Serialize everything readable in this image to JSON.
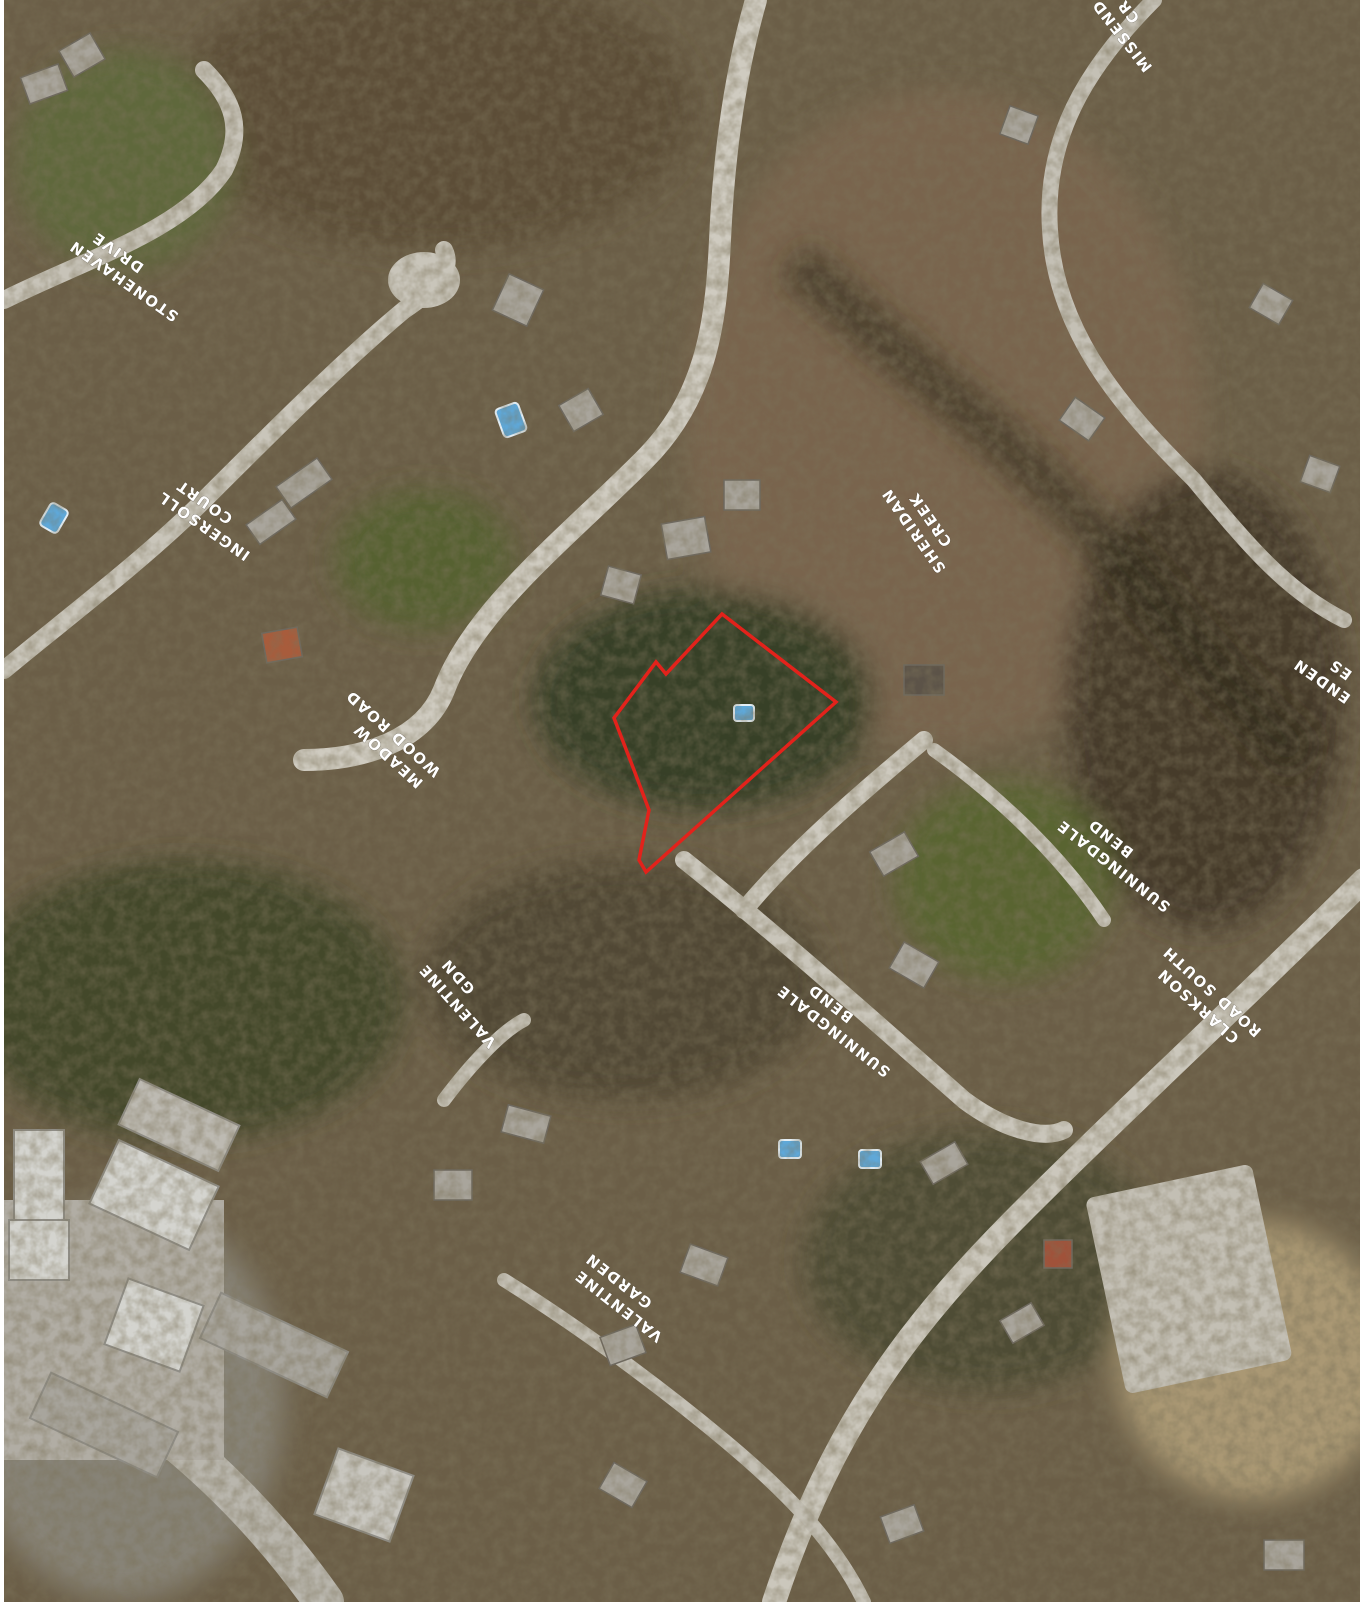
{
  "map": {
    "type": "aerial-photograph",
    "labels": {
      "stonehaven_line1": "STONEHAVEN",
      "stonehaven_line2": "DRIVE",
      "ingersoll_line1": "INGERSOLL",
      "ingersoll_line2": "COURT",
      "meadow_line1": "MEADOW",
      "meadow_line2": "WOOD ROAD",
      "sheridan_line1": "SHERIDAN",
      "sheridan_line2": "CREEK",
      "sunningdale_upper_line1": "SUNNINGDALE",
      "sunningdale_upper_line2": "BEND",
      "sunningdale_lower_line1": "SUNNINGDALE",
      "sunningdale_lower_line2": "BEND",
      "valentine_gdn_line1": "VALENTINE",
      "valentine_gdn_line2": "GDN",
      "valentine_garden_line1": "VALENTINE",
      "valentine_garden_line2": "GARDEN",
      "clarkson_line1": "CLARKSON",
      "clarkson_line2": "ROAD SOUTH",
      "missend_partial_1": "MISSEND",
      "missend_partial_2": "CR",
      "edge_partial_1": "ENDEN",
      "edge_partial_2": "ES"
    },
    "subject_outline_color": "#e3221b",
    "colors": {
      "vegetation": "#6b5e47",
      "canopy_dark": "#3f3a27",
      "road": "#c9c6bd",
      "pool": "#5fa8d8",
      "roof": "#a9a59c"
    }
  }
}
